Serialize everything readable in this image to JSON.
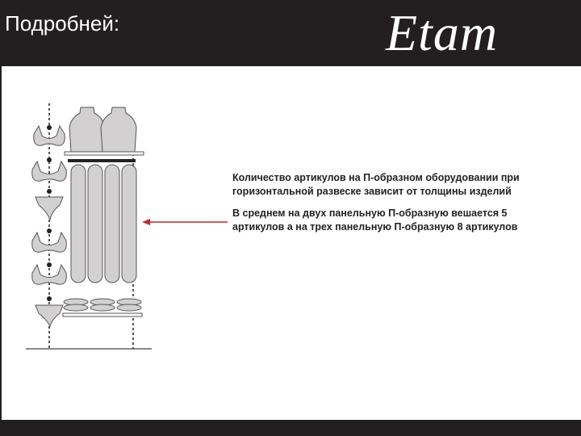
{
  "header": {
    "title": "Подробней:",
    "logo": "Etam",
    "background": "#231f20"
  },
  "content": {
    "paragraph1": "Количество артикулов на П-образном оборудовании при горизонтальной развеске зависит от толщины изделий",
    "paragraph2": "В среднем на двух панельную П-образную вешается 5 артикулов а на трех панельную П-образную 8 артикулов"
  },
  "colors": {
    "arrow": "#c0282d",
    "garment": "#d3d0d1",
    "outline": "#555555"
  },
  "icons": [
    "bra-icon",
    "panty-icon",
    "mannequin-icon",
    "folded-garment-icon",
    "arrow-icon"
  ]
}
